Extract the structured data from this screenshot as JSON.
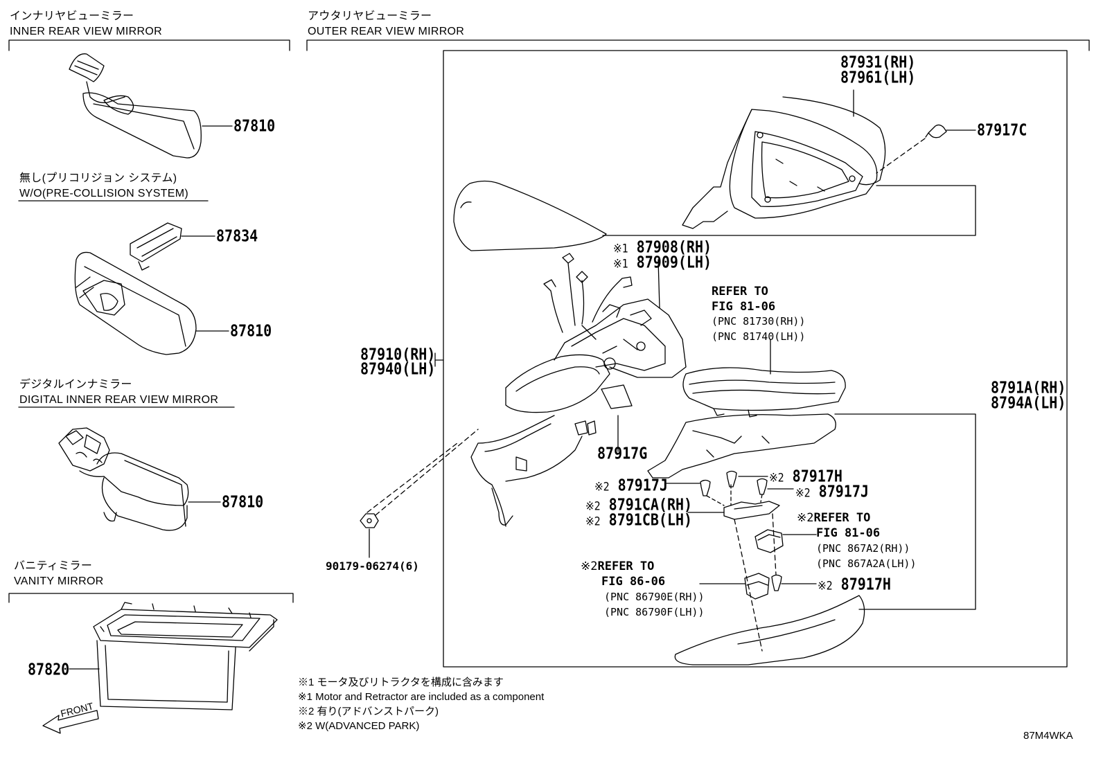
{
  "sections": {
    "inner": {
      "jp": "インナリヤビューミラー",
      "en": "INNER REAR VIEW MIRROR"
    },
    "outer": {
      "jp": "アウタリヤビューミラー",
      "en": "OUTER REAR VIEW MIRROR"
    },
    "wo_pcs": {
      "jp": "無し(プリコリジョン システム)",
      "en": "W/O(PRE-COLLISION SYSTEM)"
    },
    "digital": {
      "jp": "デジタルインナミラー",
      "en": "DIGITAL INNER REAR VIEW MIRROR"
    },
    "vanity": {
      "jp": "バニティミラー",
      "en": "VANITY MIRROR"
    }
  },
  "parts": {
    "p87810_a": "87810",
    "p87834": "87834",
    "p87810_b": "87810",
    "p87810_c": "87810",
    "p87820": "87820",
    "p87931": "87931(RH)",
    "p87961": "87961(LH)",
    "p87917C": "87917C",
    "p87908": "87908(RH)",
    "p87909": "87909(LH)",
    "p87910": "87910(RH)",
    "p87940": "87940(LH)",
    "p87917G": "87917G",
    "p8791A": "8791A(RH)",
    "p8794A": "8794A(LH)",
    "p87917H_a": "87917H",
    "p87917J_a": "87917J",
    "p87917J_b": "87917J",
    "p8791CA": "8791CA(RH)",
    "p8791CB": "8791CB(LH)",
    "p87917H_b": "87917H",
    "p90179": "90179-06274(6)"
  },
  "marks": {
    "m1": "※1",
    "m2": "※2"
  },
  "refs": {
    "r1": {
      "line1": "REFER TO",
      "line2": "FIG 81-06",
      "pnc1": "(PNC 81730(RH))",
      "pnc2": "(PNC 81740(LH))"
    },
    "r2": {
      "line1": "REFER TO",
      "line2": "FIG 81-06",
      "pnc1": "(PNC 867A2(RH))",
      "pnc2": "(PNC 867A2A(LH))"
    },
    "r3": {
      "line1": "REFER TO",
      "line2": "FIG 86-06",
      "pnc1": "(PNC 86790E(RH))",
      "pnc2": "(PNC 86790F(LH))"
    }
  },
  "front_label": "FRONT",
  "notes": [
    "※1 モータ及びリトラクタを構成に含みます",
    "※1 Motor and Retractor are included as a component",
    "※2 有り(アドバンストパーク)",
    "※2 W(ADVANCED PARK)"
  ],
  "figure_code": "87M4WKA"
}
